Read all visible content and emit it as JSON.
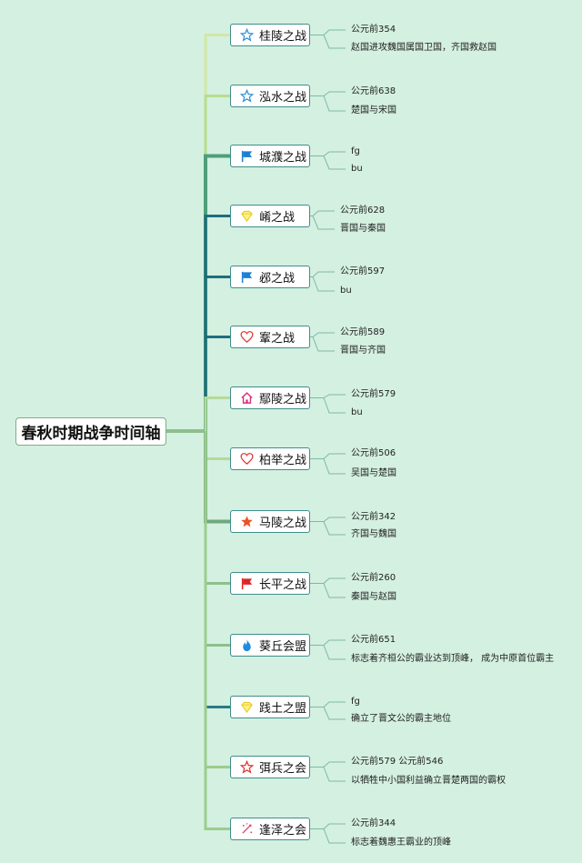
{
  "root": {
    "title": "春秋时期战争时间轴"
  },
  "battles": [
    {
      "name": "桂陵之战",
      "icon": "star-outline-icon",
      "details": [
        "公元前354",
        "赵国进攻魏国属国卫国，齐国救赵国"
      ]
    },
    {
      "name": "泓水之战",
      "icon": "star-outline-icon",
      "details": [
        "公元前638",
        "楚国与宋国"
      ]
    },
    {
      "name": "城濮之战",
      "icon": "blue-flag-icon",
      "details": [
        "fg",
        "bu"
      ]
    },
    {
      "name": "崤之战",
      "icon": "diamond-icon",
      "details": [
        "公元前628",
        "晋国与秦国"
      ]
    },
    {
      "name": "邲之战",
      "icon": "blue-flag-icon",
      "details": [
        "公元前597",
        "bu"
      ]
    },
    {
      "name": "鞌之战",
      "icon": "heart-icon",
      "details": [
        "公元前589",
        "晋国与齐国"
      ]
    },
    {
      "name": "鄢陵之战",
      "icon": "home-icon",
      "details": [
        "公元前579",
        "bu"
      ]
    },
    {
      "name": "柏举之战",
      "icon": "heart-icon",
      "details": [
        "公元前506",
        "吴国与楚国"
      ]
    },
    {
      "name": "马陵之战",
      "icon": "star-filled-icon",
      "details": [
        "公元前342",
        "齐国与魏国"
      ]
    },
    {
      "name": "长平之战",
      "icon": "red-flag-icon",
      "details": [
        "公元前260",
        "秦国与赵国"
      ]
    },
    {
      "name": "葵丘会盟",
      "icon": "fire-icon",
      "details": [
        "公元前651",
        "标志着齐桓公的霸业达到顶峰， 成为中原首位霸主"
      ]
    },
    {
      "name": "践土之盟",
      "icon": "diamond-icon",
      "details": [
        "fg",
        "确立了晋文公的霸主地位"
      ]
    },
    {
      "name": "弭兵之会",
      "icon": "star-red-outline-icon",
      "details": [
        "公元前579 公元前546",
        "以牺牲中小国利益确立晋楚两国的霸权"
      ]
    },
    {
      "name": "逢泽之会",
      "icon": "sparkle-icon",
      "details": [
        "公元前344",
        "标志着魏惠王霸业的顶峰"
      ]
    }
  ]
}
